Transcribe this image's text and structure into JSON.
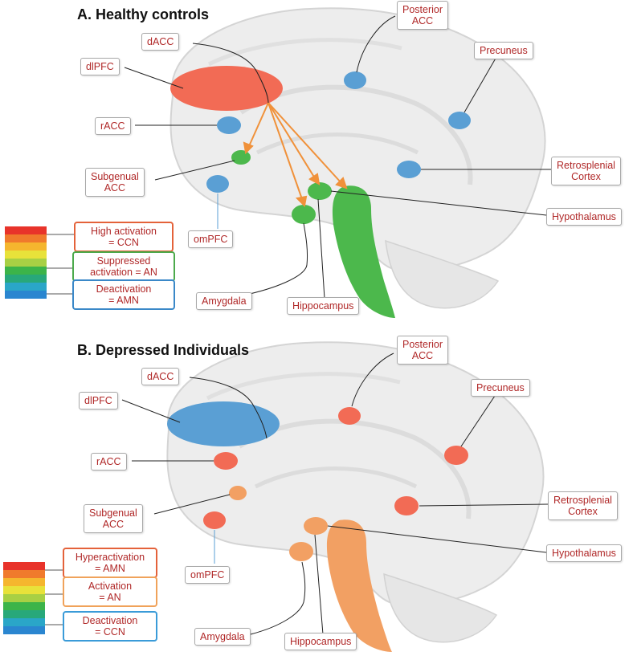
{
  "panel_a": {
    "title": "A. Healthy controls",
    "labels": {
      "dacc": "dACC",
      "dlpfc": "dlPFC",
      "racc": "rACC",
      "subgenual": [
        "Subgenual",
        "ACC"
      ],
      "ompfc": "omPFC",
      "posterior_acc": [
        "Posterior",
        "ACC"
      ],
      "precuneus": "Precuneus",
      "retrosplenial": [
        "Retrosplenial",
        "Cortex"
      ],
      "hypothalamus": "Hypothalamus",
      "amygdala": "Amygdala",
      "hippocampus": "Hippocampus"
    },
    "legend": [
      {
        "lines": [
          "High activation",
          "= CCN"
        ],
        "color": "#e4623a"
      },
      {
        "lines": [
          "Suppressed",
          "activation = AN"
        ],
        "color": "#4caa4c"
      },
      {
        "lines": [
          "Deactivation",
          "= AMN"
        ],
        "color": "#3a88c8"
      }
    ]
  },
  "panel_b": {
    "title": "B. Depressed Individuals",
    "labels": {
      "dacc": "dACC",
      "dlpfc": "dlPFC",
      "racc": "rACC",
      "subgenual": [
        "Subgenual",
        "ACC"
      ],
      "ompfc": "omPFC",
      "posterior_acc": [
        "Posterior",
        "ACC"
      ],
      "precuneus": "Precuneus",
      "retrosplenial": [
        "Retrosplenial",
        "Cortex"
      ],
      "hypothalamus": "Hypothalamus",
      "amygdala": "Amygdala",
      "hippocampus": "Hippocampus"
    },
    "legend": [
      {
        "lines": [
          "Hyperactivation",
          "= AMN"
        ],
        "color": "#e4623a"
      },
      {
        "lines": [
          "Activation",
          "= AN"
        ],
        "color": "#f0a25a"
      },
      {
        "lines": [
          "Deactivation",
          "= CCN"
        ],
        "color": "#3a9bd8"
      }
    ]
  },
  "colors": {
    "red_region": "#f26b55",
    "blue_region": "#5a9fd4",
    "green_region": "#4cb84c",
    "orange_region": "#f2a063",
    "arrow": "#f0913a",
    "label_text": "#b02828"
  },
  "color_scale": [
    "#e8332a",
    "#f07a2c",
    "#f5b62e",
    "#e8e23a",
    "#a8d044",
    "#3cb449",
    "#28a87a",
    "#2aa6c8",
    "#2a86d0"
  ]
}
